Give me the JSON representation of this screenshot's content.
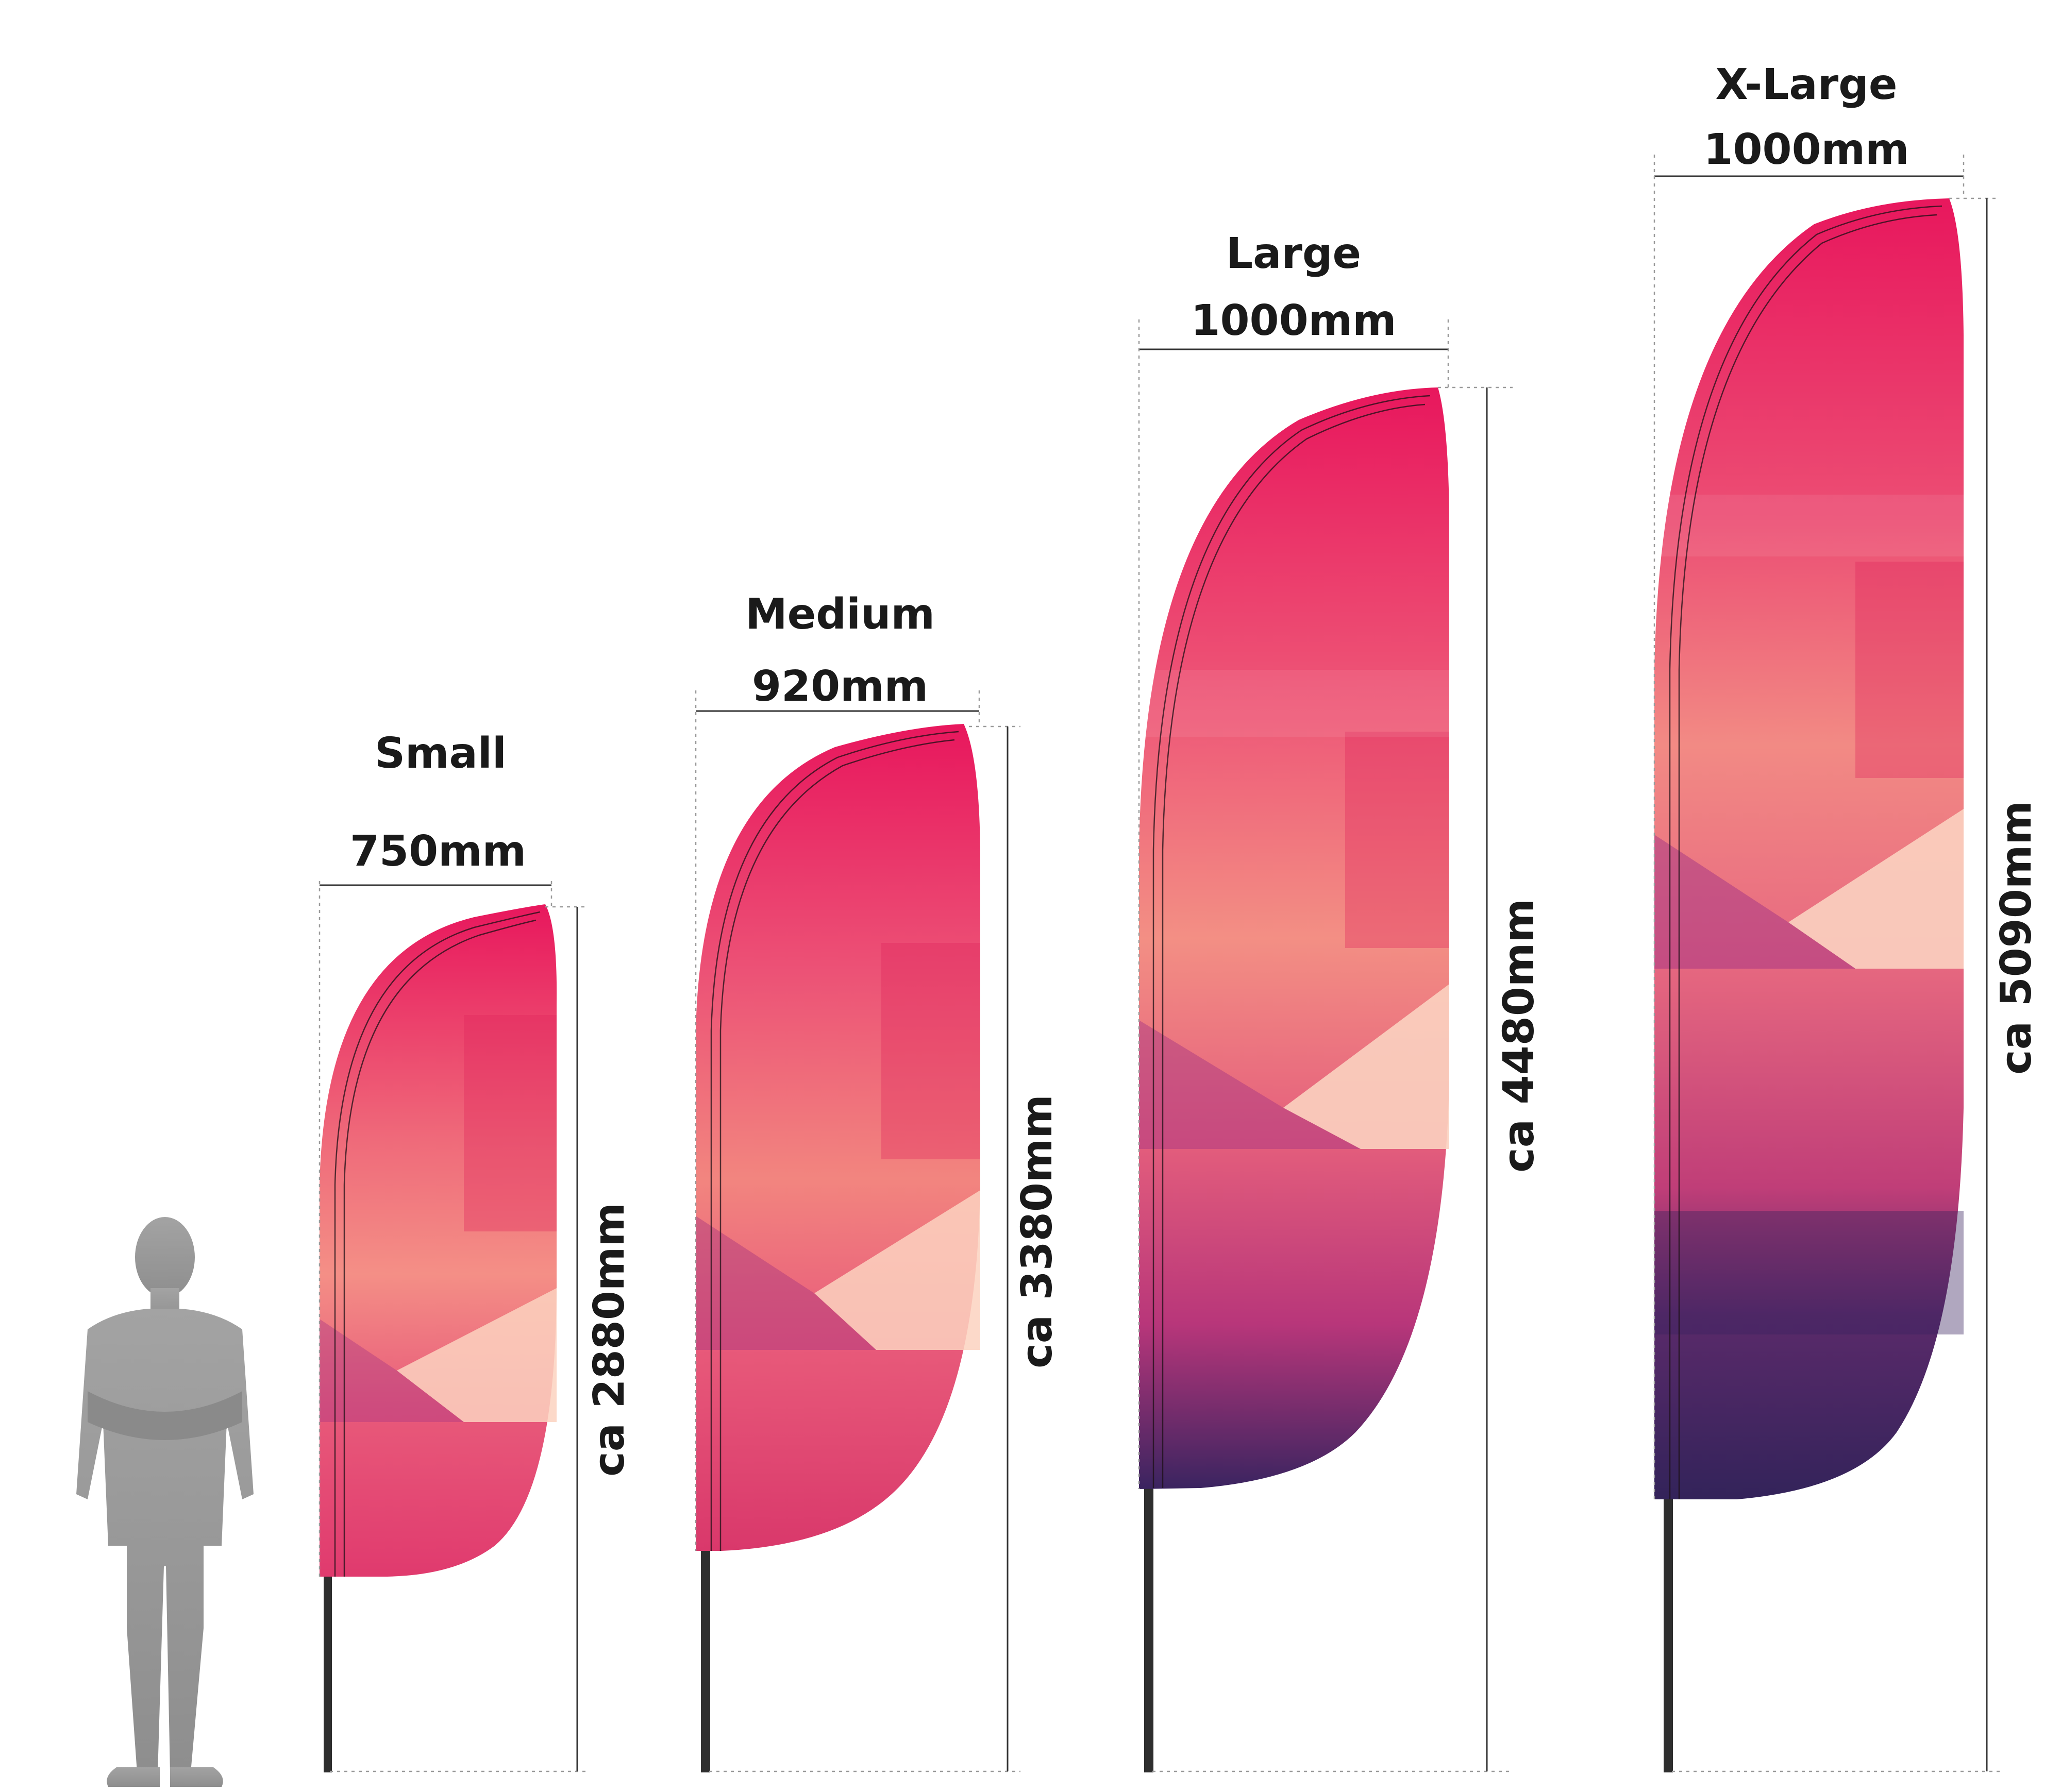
{
  "flags": [
    {
      "name": "Small",
      "width_label": "750mm",
      "height_label": "ca 2880mm"
    },
    {
      "name": "Medium",
      "width_label": "920mm",
      "height_label": "ca 3380mm"
    },
    {
      "name": "Large",
      "width_label": "1000mm",
      "height_label": "ca 4480mm"
    },
    {
      "name": "X-Large",
      "width_label": "1000mm",
      "height_label": "ca 5090mm"
    }
  ],
  "colors": {
    "flag_top": "#e8175d",
    "flag_mid": "#ef6a7a",
    "flag_light": "#fbd2c0",
    "flag_purple": "#8e2a8a",
    "flag_bottom": "#3a2460",
    "pole": "#2e2e2e",
    "person": "#9b9b9b"
  }
}
